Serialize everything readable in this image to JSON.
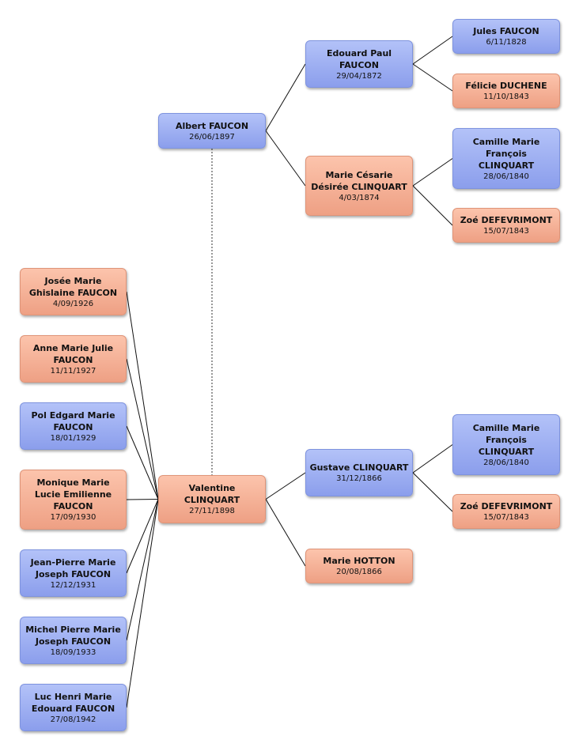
{
  "colors": {
    "male": "#98aaf0",
    "female": "#f4ad91",
    "line": "#111111",
    "spouse_line": "#777777"
  },
  "people": {
    "albert": {
      "name": "Albert FAUCON",
      "date": "26/06/1897",
      "gender": "male"
    },
    "valentine": {
      "name": "Valentine CLINQUART",
      "date": "27/11/1898",
      "gender": "female"
    },
    "edouard": {
      "name": "Edouard Paul FAUCON",
      "date": "29/04/1872",
      "gender": "male"
    },
    "cesarie": {
      "name": "Marie Césarie Désirée CLINQUART",
      "date": "4/03/1874",
      "gender": "female"
    },
    "jules": {
      "name": "Jules FAUCON",
      "date": "6/11/1828",
      "gender": "male"
    },
    "felicie": {
      "name": "Félicie DUCHENE",
      "date": "11/10/1843",
      "gender": "female"
    },
    "camille1": {
      "name": "Camille Marie François CLINQUART",
      "date": "28/06/1840",
      "gender": "male"
    },
    "zoe1": {
      "name": "Zoé DEFEVRIMONT",
      "date": "15/07/1843",
      "gender": "female"
    },
    "gustave": {
      "name": "Gustave CLINQUART",
      "date": "31/12/1866",
      "gender": "male"
    },
    "hotton": {
      "name": "Marie HOTTON",
      "date": "20/08/1866",
      "gender": "female"
    },
    "camille2": {
      "name": "Camille Marie François CLINQUART",
      "date": "28/06/1840",
      "gender": "male"
    },
    "zoe2": {
      "name": "Zoé DEFEVRIMONT",
      "date": "15/07/1843",
      "gender": "female"
    },
    "josee": {
      "name": "Josée Marie Ghislaine FAUCON",
      "date": "4/09/1926",
      "gender": "female"
    },
    "anne": {
      "name": "Anne Marie Julie FAUCON",
      "date": "11/11/1927",
      "gender": "female"
    },
    "pol": {
      "name": "Pol Edgard Marie FAUCON",
      "date": "18/01/1929",
      "gender": "male"
    },
    "monique": {
      "name": "Monique Marie Lucie Emilienne FAUCON",
      "date": "17/09/1930",
      "gender": "female"
    },
    "jeanpierre": {
      "name": "Jean-Pierre Marie Joseph FAUCON",
      "date": "12/12/1931",
      "gender": "male"
    },
    "michel": {
      "name": "Michel Pierre Marie Joseph FAUCON",
      "date": "18/09/1933",
      "gender": "male"
    },
    "luc": {
      "name": "Luc Henri Marie Edouard FAUCON",
      "date": "27/08/1942",
      "gender": "male"
    }
  }
}
